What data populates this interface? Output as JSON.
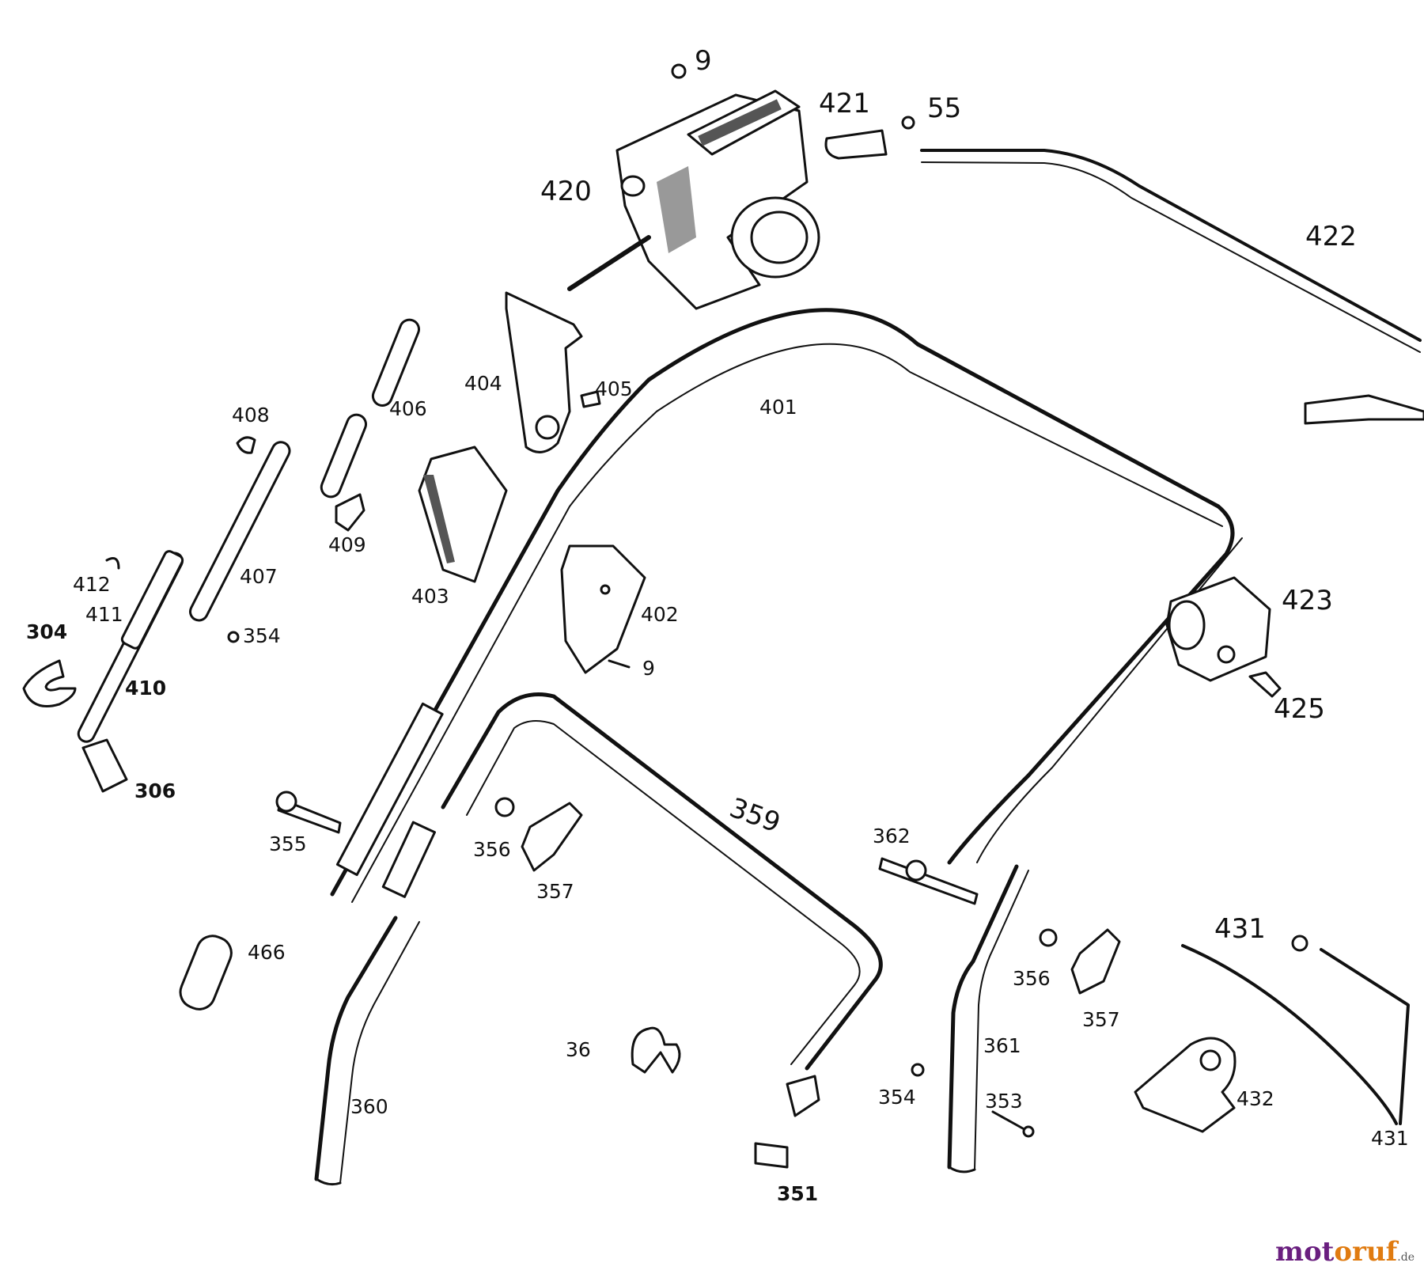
{
  "labels": {
    "p9_top": "9",
    "p421": "421",
    "p55": "55",
    "p420": "420",
    "p422": "422",
    "p404": "404",
    "p405": "405",
    "p406": "406",
    "p401": "401",
    "p408": "408",
    "p409": "409",
    "p403": "403",
    "p412": "412",
    "p411": "411",
    "p407": "407",
    "p402": "402",
    "p423": "423",
    "p304": "304",
    "p354a": "354",
    "p410": "410",
    "p9_low": "9",
    "p425": "425",
    "p306": "306",
    "p359": "359",
    "p362": "362",
    "p355": "355",
    "p356a": "356",
    "p357a": "357",
    "p466": "466",
    "p431a": "431",
    "p356b": "356",
    "p357b": "357",
    "p36": "36",
    "p361": "361",
    "p354b": "354",
    "p353": "353",
    "p432": "432",
    "p360": "360",
    "p431b": "431",
    "p351": "351"
  },
  "watermark": {
    "part1": "mot",
    "part2": "oruf",
    "suffix": ".de"
  }
}
